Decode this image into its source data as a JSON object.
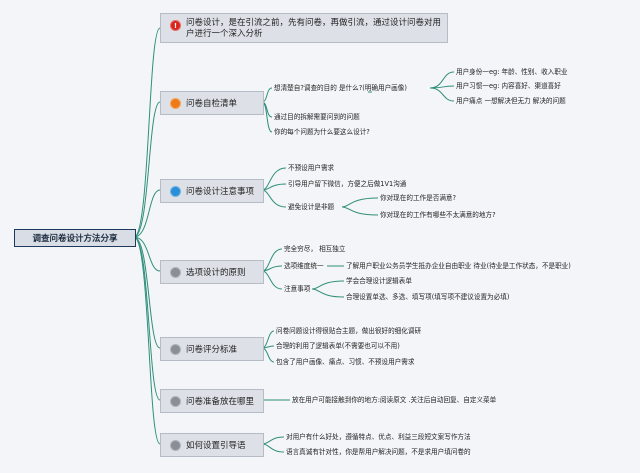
{
  "root": "调查问卷设计方法分享",
  "colors": {
    "line": "#2f8f7a",
    "badge_red": "#d8261c",
    "badge_orange": "#ee7a16",
    "badge_blue": "#2b8fd8",
    "badge_gray": "#8a8f96"
  },
  "topics": [
    {
      "id": "t1",
      "badge": "!",
      "badge_kind": "red",
      "badge_icon": "exclamation-icon",
      "text": "问卷设计，是在引流之前，先有问卷，再做引流，通过设计问卷对用户进行一个深入分析"
    },
    {
      "id": "t2",
      "badge": "",
      "badge_kind": "orange",
      "badge_icon": "orange-dot-icon",
      "text": "问卷自检清单"
    },
    {
      "id": "t3",
      "badge": "",
      "badge_kind": "blue",
      "badge_icon": "blue-dot-icon",
      "text": "问卷设计注意事项"
    },
    {
      "id": "t4",
      "badge": "",
      "badge_kind": "gray",
      "badge_icon": "gray-dot-icon",
      "text": "选项设计的原则"
    },
    {
      "id": "t5",
      "badge": "",
      "badge_kind": "gray",
      "badge_icon": "gray-dot-icon",
      "text": "问卷评分标准"
    },
    {
      "id": "t6",
      "badge": "",
      "badge_kind": "gray",
      "badge_icon": "gray-dot-icon",
      "text": "问卷准备放在哪里"
    },
    {
      "id": "t7",
      "badge": "",
      "badge_kind": "gray",
      "badge_icon": "gray-dot-icon",
      "text": "如何设置引导语"
    }
  ],
  "leaves": {
    "t2_a": "想清楚自?调查的目的 是什么?(明确用户画像)",
    "t2_a1": "用户身份一eg: 年龄、性别、收入职业",
    "t2_a2": "用户习惯一eg: 内容喜好、渠道喜好",
    "t2_a3": "用户痛点 一想解决但无力 解决的问题",
    "t2_b": "通过目的拆解需要问到的问题",
    "t2_c": "你的每个问题为什么要这么设计?",
    "t3_a": "不预设用户需求",
    "t3_b": "引导用户留下微信，方便之后做1V1沟通",
    "t3_c": "避免设计是非题",
    "t3_c1": "你对现在的工作是否满意?",
    "t3_c2": "你对现在的工作有哪些不太满意的地方?",
    "t4_a": "完全穷尽， 相互独立",
    "t4_b": "选项维度统一",
    "t4_b1": "了解用户职业公务员学生抵办企业自由职业 待业(待业是工作状态，不是职业)",
    "t4_c": "注意事项",
    "t4_c1": "学会合理设计逻辑表单",
    "t4_c2": "合理设置单选、多选、填写项(填写项不建议设置为必填)",
    "t5_a": "问卷问题设计得很贴合主题，做出很好的细化调研",
    "t5_b": "合理的利用了逻辑表单(不需要也可以不用)",
    "t5_c": "包含了用户画像、痛点、习惯、不预设用户需求",
    "t6_a": "放在用户可能接触到你的地方:阅读原文 .关注后自动回复、自定义菜单",
    "t7_a": "对用户有什么好处，遵循特点、优点、利益三段短文案写作方法",
    "t7_b": "语言真诚有针对性，你是帮用户解决问题，不是求用户填问卷的"
  }
}
